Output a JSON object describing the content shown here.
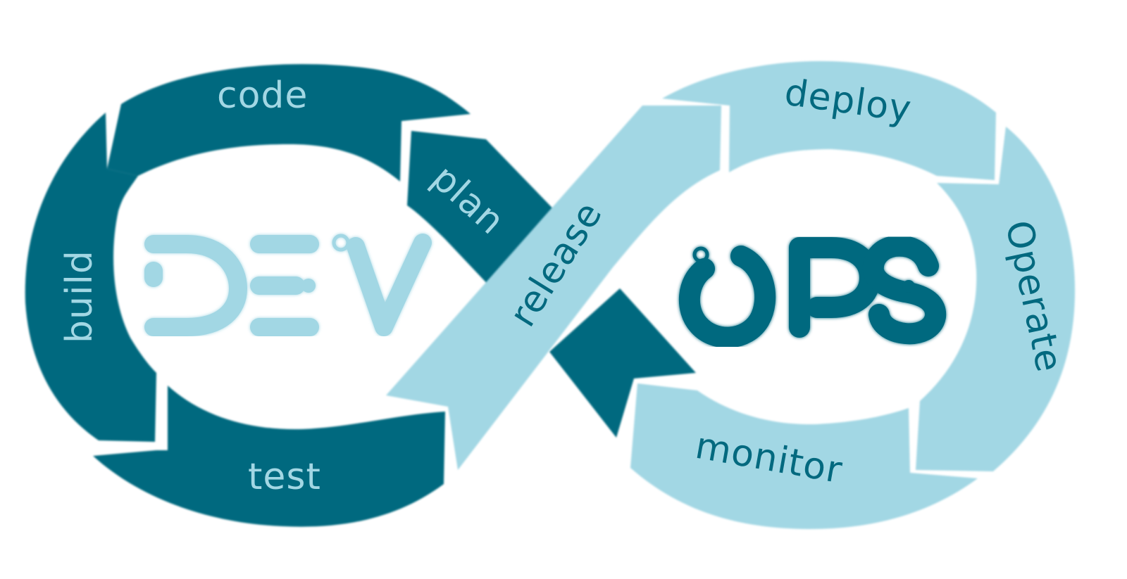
{
  "diagram": {
    "dev_word": "DEV",
    "ops_word": "OPS",
    "stages": {
      "plan": "plan",
      "code": "code",
      "build": "build",
      "test": "test",
      "release": "release",
      "deploy": "deploy",
      "operate": "Operate",
      "monitor": "monitor"
    },
    "colors": {
      "dev_loop": "#03697f",
      "ops_loop": "#a2d7e4",
      "background": "#ffffff"
    }
  }
}
